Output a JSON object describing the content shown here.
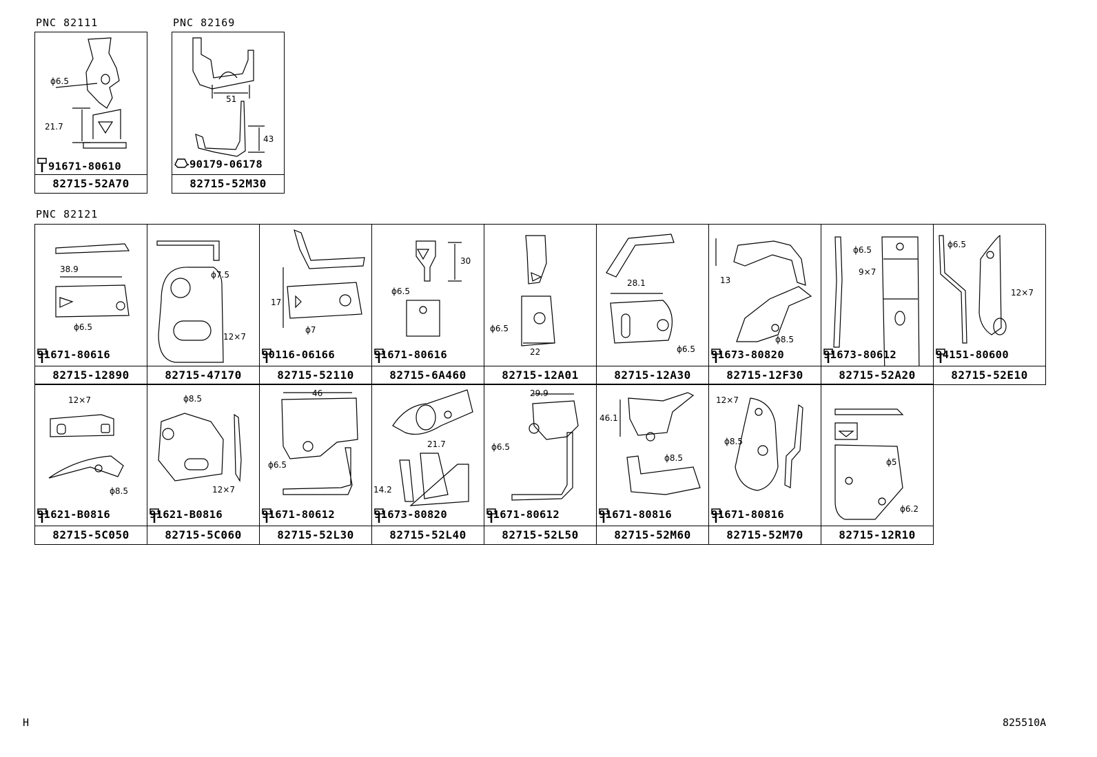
{
  "groups": {
    "g1": {
      "label": "PNC 82111",
      "part": "82715-52A70",
      "bolt": "91671-80610",
      "dims": [
        "ϕ6.5",
        "21.7"
      ]
    },
    "g2": {
      "label": "PNC 82169",
      "part": "82715-52M30",
      "bolt": "90179-06178",
      "dims": [
        "51",
        "43"
      ]
    },
    "g3": {
      "label": "PNC 82121"
    }
  },
  "row1": [
    {
      "part": "82715-12890",
      "bolt": "91671-80616",
      "dims": [
        "38.9",
        "ϕ6.5"
      ]
    },
    {
      "part": "82715-47170",
      "bolt": "",
      "dims": [
        "ϕ7.5",
        "12×7"
      ]
    },
    {
      "part": "82715-52110",
      "bolt": "90116-06166",
      "dims": [
        "17",
        "ϕ7"
      ]
    },
    {
      "part": "82715-6A460",
      "bolt": "91671-80616",
      "dims": [
        "30",
        "ϕ6.5"
      ]
    },
    {
      "part": "82715-12A01",
      "bolt": "",
      "dims": [
        "ϕ6.5",
        "22"
      ]
    },
    {
      "part": "82715-12A30",
      "bolt": "",
      "dims": [
        "28.1",
        "ϕ6.5"
      ]
    },
    {
      "part": "82715-12F30",
      "bolt": "91673-80820",
      "dims": [
        "13",
        "ϕ8.5"
      ]
    },
    {
      "part": "82715-52A20",
      "bolt": "91673-80612",
      "dims": [
        "ϕ6.5",
        "9×7"
      ]
    },
    {
      "part": "82715-52E10",
      "bolt": "94151-80600",
      "dims": [
        "ϕ6.5",
        "12×7"
      ]
    }
  ],
  "row2": [
    {
      "part": "82715-5C050",
      "bolt": "91621-B0816",
      "dims": [
        "12×7",
        "ϕ8.5"
      ]
    },
    {
      "part": "82715-5C060",
      "bolt": "91621-B0816",
      "dims": [
        "ϕ8.5",
        "12×7"
      ]
    },
    {
      "part": "82715-52L30",
      "bolt": "91671-80612",
      "dims": [
        "46",
        "ϕ6.5"
      ]
    },
    {
      "part": "82715-52L40",
      "bolt": "91673-80820",
      "dims": [
        "21.7",
        "14.2"
      ]
    },
    {
      "part": "82715-52L50",
      "bolt": "91671-80612",
      "dims": [
        "29.9",
        "ϕ6.5"
      ]
    },
    {
      "part": "82715-52M60",
      "bolt": "91671-80816",
      "dims": [
        "46.1",
        "ϕ8.5"
      ]
    },
    {
      "part": "82715-52M70",
      "bolt": "91671-80816",
      "dims": [
        "12×7",
        "ϕ8.5"
      ]
    },
    {
      "part": "82715-12R10",
      "bolt": "",
      "dims": [
        "ϕ5",
        "ϕ6.2"
      ]
    }
  ],
  "footer": {
    "left": "H",
    "right": "825510A"
  },
  "icons": [
    "bolt-icon"
  ]
}
